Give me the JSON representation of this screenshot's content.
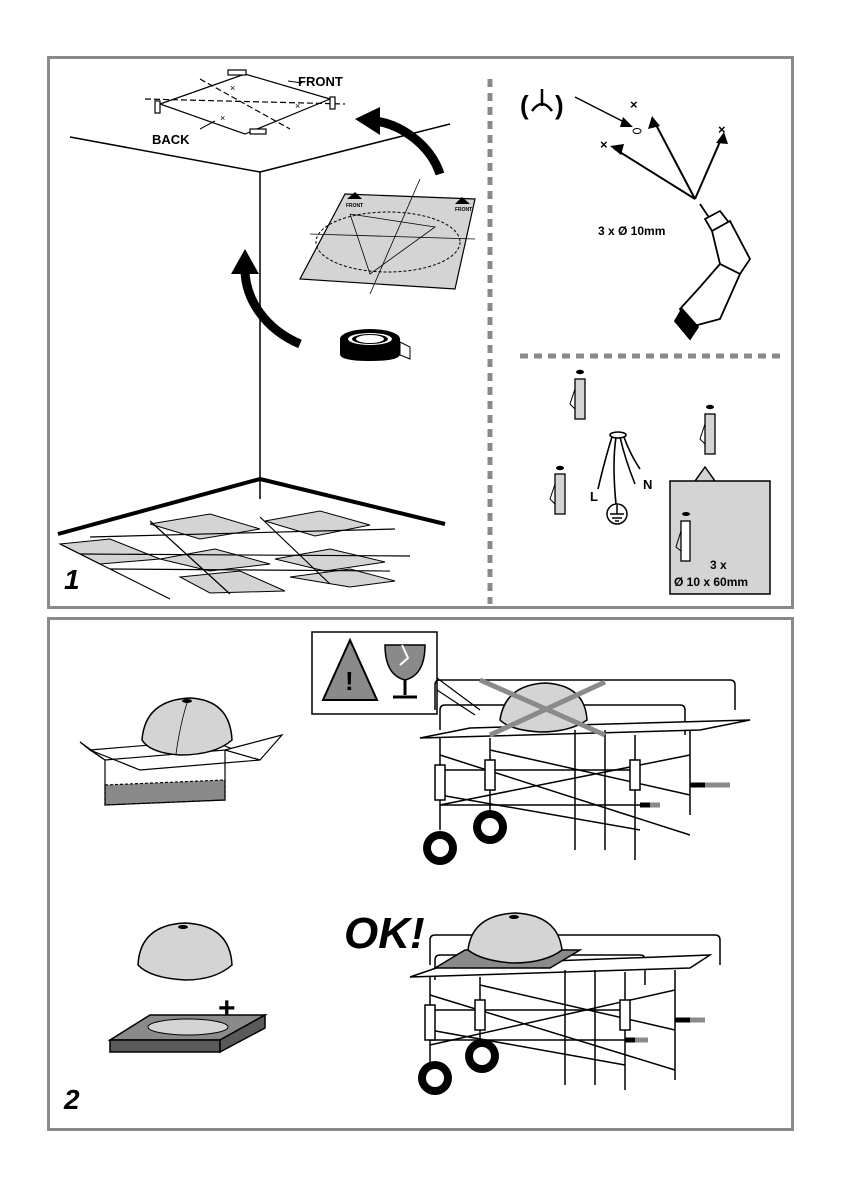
{
  "panel1": {
    "step_number": "1",
    "label_front": "FRONT",
    "label_back": "BACK",
    "template_front_left": "FRONT",
    "template_front_right": "FRONT",
    "drill_spec": "3 x Ø 10mm",
    "wire_label_l": "L",
    "wire_label_n": "N",
    "plug_count": "3 x",
    "plug_size": "Ø 10 x 60mm"
  },
  "panel2": {
    "step_number": "2",
    "ok_label": "OK!",
    "plus_sign": "+"
  },
  "icons": {
    "fixing": "fixing-point-icon",
    "earth": "earth-ground-icon",
    "warning": "warning-triangle-icon",
    "fragile": "fragile-glass-icon"
  },
  "colors": {
    "frame": "#8a8a8a",
    "grey_fill": "#d4d4d4",
    "dark_grey": "#5a5a5a"
  }
}
